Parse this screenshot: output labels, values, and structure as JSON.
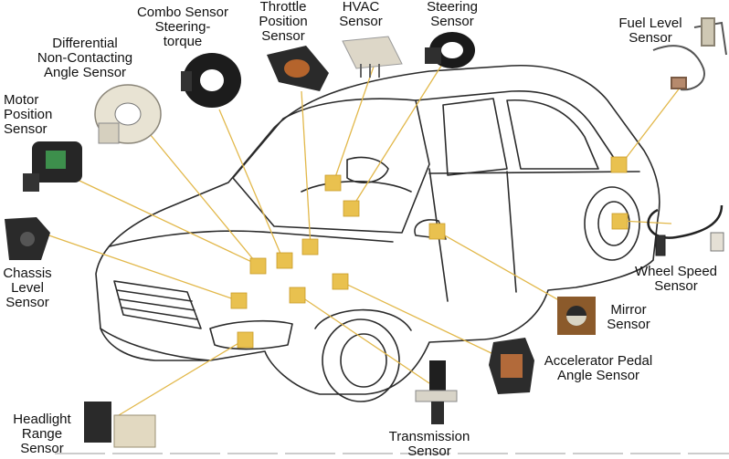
{
  "colors": {
    "marker": "#e9c14f",
    "marker_border": "#c99b27",
    "leader_line": "#e2b84a",
    "car_outline": "#2b2b2b",
    "text": "#111111"
  },
  "sensors": [
    {
      "id": "combo",
      "lines": [
        "Combo Sensor",
        "Steering-",
        "torque"
      ]
    },
    {
      "id": "throttle",
      "lines": [
        "Throttle",
        "Position",
        "Sensor"
      ]
    },
    {
      "id": "hvac",
      "lines": [
        "HVAC",
        "Sensor"
      ]
    },
    {
      "id": "steering",
      "lines": [
        "Steering",
        "Sensor"
      ]
    },
    {
      "id": "fuel",
      "lines": [
        "Fuel Level",
        "Sensor"
      ]
    },
    {
      "id": "diff",
      "lines": [
        "Differential",
        "Non-Contacting",
        "Angle Sensor"
      ]
    },
    {
      "id": "motor",
      "lines": [
        "Motor",
        "Position",
        "Sensor"
      ]
    },
    {
      "id": "chassis",
      "lines": [
        "Chassis",
        "Level",
        "Sensor"
      ]
    },
    {
      "id": "wheel",
      "lines": [
        "Wheel Speed",
        "Sensor"
      ]
    },
    {
      "id": "mirror",
      "lines": [
        "Mirror",
        "Sensor"
      ]
    },
    {
      "id": "accel",
      "lines": [
        "Accelerator Pedal",
        "Angle Sensor"
      ]
    },
    {
      "id": "trans",
      "lines": [
        "Transmission",
        "Sensor"
      ]
    },
    {
      "id": "headlight",
      "lines": [
        "Headlight",
        "Range",
        "Sensor"
      ]
    }
  ]
}
